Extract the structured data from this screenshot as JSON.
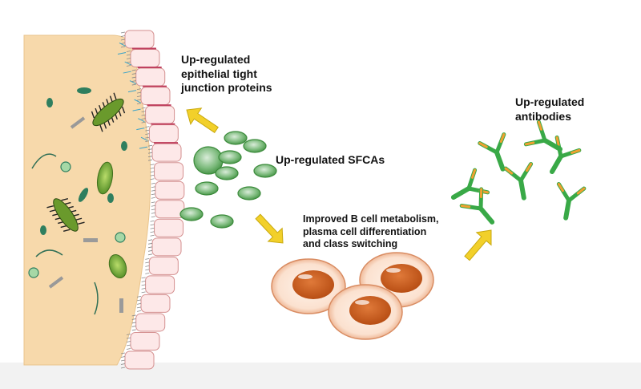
{
  "labels": {
    "tight_junction": [
      "Up-regulated",
      "epithelial tight",
      "junction proteins"
    ],
    "sfca": "Up-regulated SFCAs",
    "b_cell": [
      "Improved B cell metabolism,",
      "plasma cell differentiation",
      "and class switching"
    ],
    "antibodies": [
      "Up-regulated",
      "antibodies"
    ]
  },
  "colors": {
    "lumen": "#f7d9ab",
    "epithelium": "#fde8e8",
    "sfca": "#5aa85a",
    "arrow": "#f2d02a",
    "b_cell_nucleus": "#c8571a",
    "antibody_green": "#39a947",
    "antibody_orange": "#f0a030",
    "bacteria": "#5a8f2e",
    "floor": "#f2f2f2"
  }
}
